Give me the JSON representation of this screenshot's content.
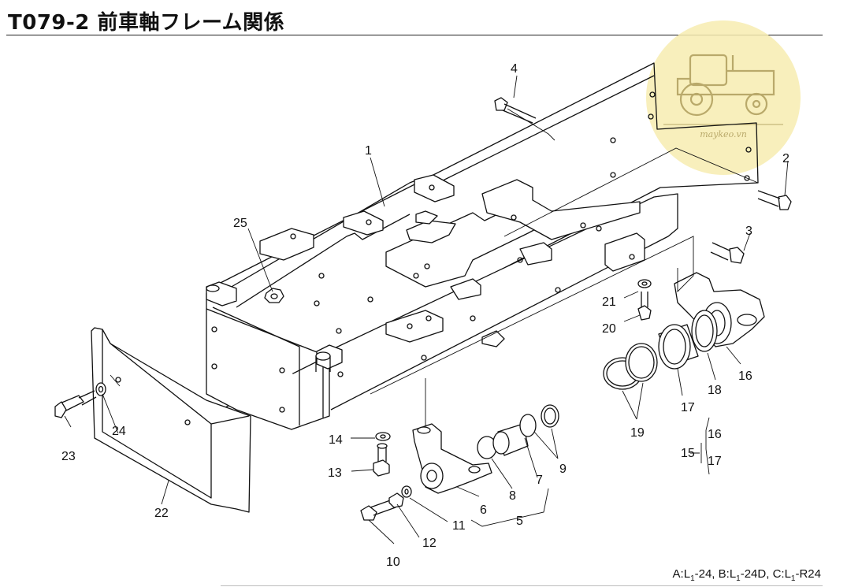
{
  "header": {
    "title": "T079-2 前車軸フレーム関係"
  },
  "footer": {
    "models_prefix_a": "A:L",
    "models_a": "-24, ",
    "models_prefix_b": "B:L",
    "models_b": "-24D, ",
    "models_prefix_c": "C:L",
    "models_c": "-R24",
    "subscript": "1"
  },
  "watermark": {
    "text": "maykeo.vn",
    "color": "#f7ecb0"
  },
  "callouts": {
    "c1": "1",
    "c2": "2",
    "c3": "3",
    "c4": "4",
    "c5": "5",
    "c6": "6",
    "c7": "7",
    "c8": "8",
    "c9": "9",
    "c10": "10",
    "c11": "11",
    "c12": "12",
    "c13": "13",
    "c14": "14",
    "c15": "15",
    "c15a": "16",
    "c15b": "17",
    "c16": "16",
    "c17": "17",
    "c18": "18",
    "c19": "19",
    "c20": "20",
    "c21": "21",
    "c22": "22",
    "c23": "23",
    "c24": "24",
    "c25": "25"
  }
}
